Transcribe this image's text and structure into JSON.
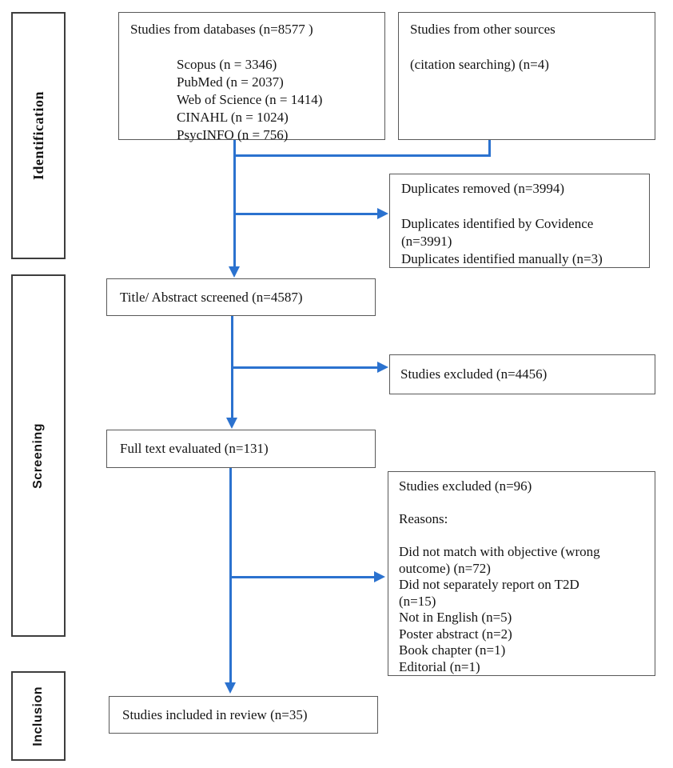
{
  "stages": {
    "identification": "Identification",
    "screening": "Screening",
    "inclusion": "Inclusion"
  },
  "boxes": {
    "databases": {
      "title": "Studies from databases (n=8577 )",
      "items": [
        "Scopus (n = 3346)",
        "PubMed (n = 2037)",
        "Web of Science (n = 1414)",
        "CINAHL (n = 1024)",
        "PsycINFO (n = 756)"
      ]
    },
    "other_sources": {
      "lines": [
        "Studies from other sources",
        "",
        "(citation searching) (n=4)"
      ]
    },
    "duplicates": {
      "lines": [
        "Duplicates removed (n=3994)",
        "",
        "Duplicates identified by Covidence",
        "(n=3991)",
        "Duplicates identified manually (n=3)"
      ]
    },
    "title_abstract": {
      "label": "Title/ Abstract screened (n=4587)"
    },
    "excluded_screening": {
      "label": "Studies excluded (n=4456)"
    },
    "full_text": {
      "label": "Full text evaluated (n=131)"
    },
    "excluded_fulltext": {
      "lines": [
        "Studies excluded (n=96)",
        "",
        "Reasons:",
        "",
        "Did not match with objective (wrong",
        "outcome) (n=72)",
        "Did not separately report on T2D",
        "(n=15)",
        "Not in English (n=5)",
        "Poster abstract (n=2)",
        "Book chapter (n=1)",
        "Editorial (n=1)"
      ]
    },
    "included": {
      "label": "Studies included in review (n=35)"
    }
  },
  "colors": {
    "arrow": "#2b72cf",
    "box_border": "#595959",
    "stage_border": "#3d3d3d"
  }
}
